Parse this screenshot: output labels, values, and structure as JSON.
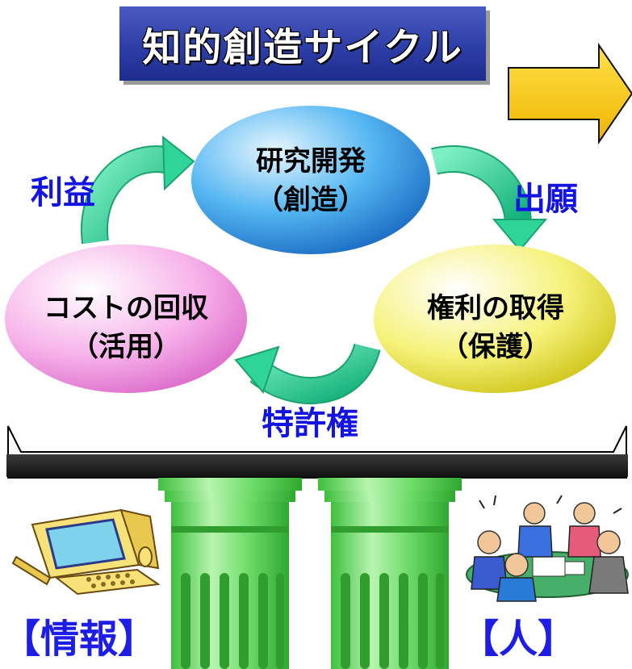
{
  "title": "知的創造サイクル",
  "nodes": {
    "research": {
      "line1": "研究開発",
      "line2": "（創造）"
    },
    "rights": {
      "line1": "権利の取得",
      "line2": "（保護）"
    },
    "recovery": {
      "line1": "コストの回収",
      "line2": "（活用）"
    }
  },
  "cycle_labels": {
    "profit": "利益",
    "application": "出願",
    "patent": "特許権"
  },
  "pillar_captions": {
    "information": "【情報】",
    "people": "【人】"
  },
  "icons": {
    "arrow": "right-arrow-icon",
    "computer": "computer-clipart-icon",
    "meeting": "meeting-people-clipart-icon"
  },
  "colors": {
    "banner": "#2d3ea8",
    "research_node": "#3ba3ec",
    "rights_node": "#f0ec6a",
    "recovery_node": "#f5a7e6",
    "cycle_arrow": "#2fd49a",
    "label_text": "#1414e0",
    "pillar": "#5ed25e",
    "big_arrow": "#f7c600"
  }
}
